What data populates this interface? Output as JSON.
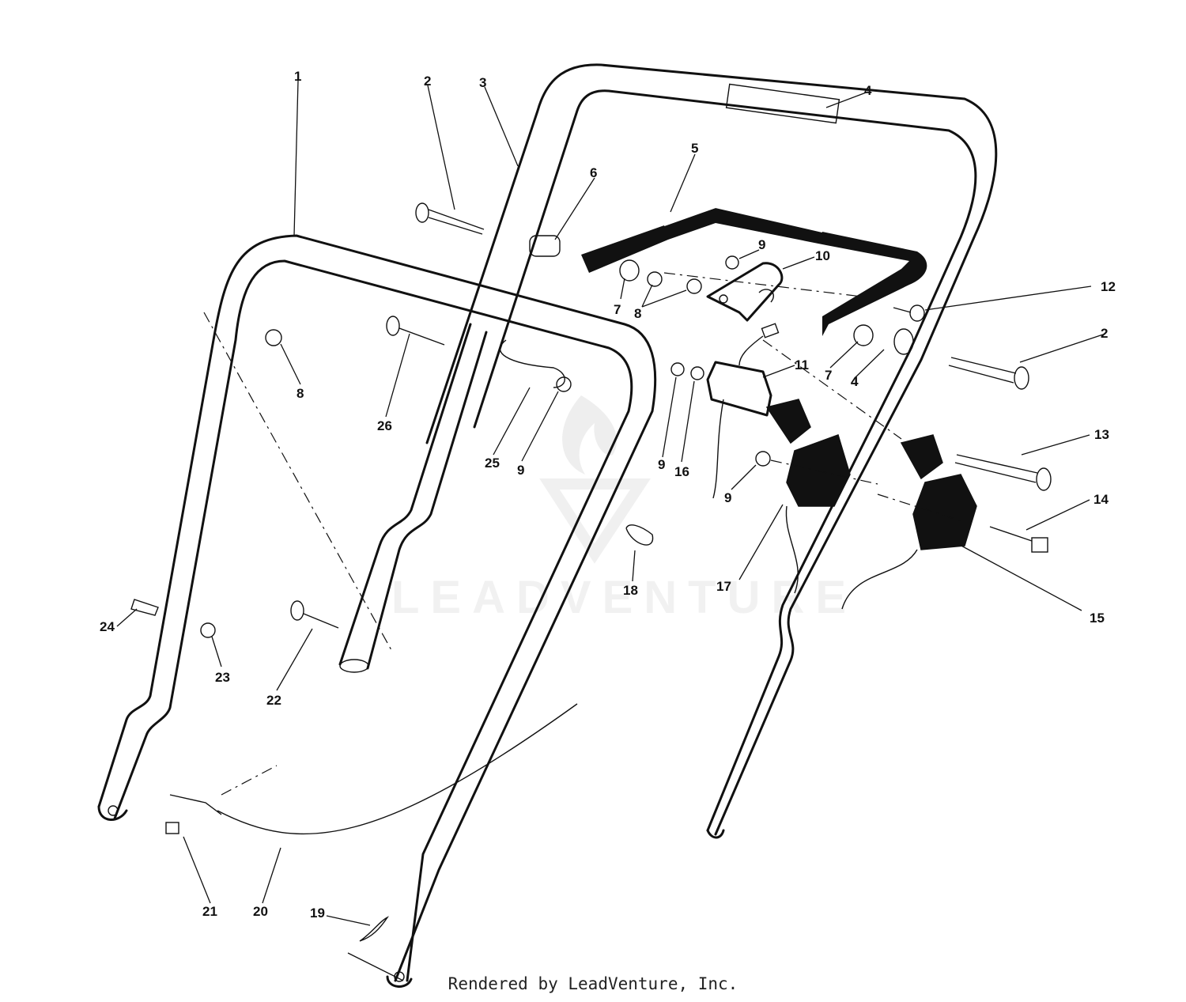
{
  "callouts": [
    {
      "num": "1"
    },
    {
      "num": "2"
    },
    {
      "num": "3"
    },
    {
      "num": "4"
    },
    {
      "num": "5"
    },
    {
      "num": "6"
    },
    {
      "num": "4"
    },
    {
      "num": "9"
    },
    {
      "num": "10"
    },
    {
      "num": "7"
    },
    {
      "num": "8"
    },
    {
      "num": "12"
    },
    {
      "num": "2"
    },
    {
      "num": "7"
    },
    {
      "num": "4"
    },
    {
      "num": "8"
    },
    {
      "num": "26"
    },
    {
      "num": "25"
    },
    {
      "num": "9"
    },
    {
      "num": "9"
    },
    {
      "num": "16"
    },
    {
      "num": "11"
    },
    {
      "num": "9"
    },
    {
      "num": "13"
    },
    {
      "num": "14"
    },
    {
      "num": "17"
    },
    {
      "num": "15"
    },
    {
      "num": "18"
    },
    {
      "num": "24"
    },
    {
      "num": "23"
    },
    {
      "num": "22"
    },
    {
      "num": "21"
    },
    {
      "num": "20"
    },
    {
      "num": "19"
    }
  ],
  "watermark": {
    "wordmark": "LEADVENTURE"
  },
  "footer": {
    "text": "Rendered by LeadVenture, Inc."
  }
}
